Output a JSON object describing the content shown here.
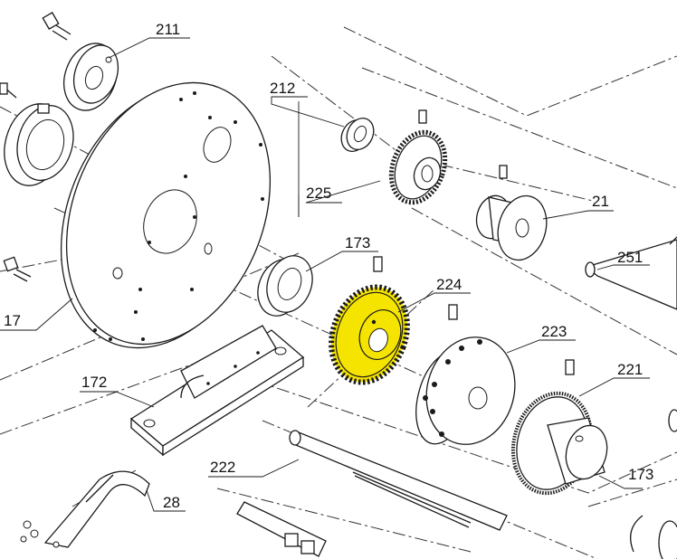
{
  "diagram": {
    "highlight_color": "#f5e400",
    "line_color": "#1a1a1a",
    "labels": [
      {
        "id": "211",
        "text": "211"
      },
      {
        "id": "212",
        "text": "212"
      },
      {
        "id": "225",
        "text": "225"
      },
      {
        "id": "21",
        "text": "21"
      },
      {
        "id": "251",
        "text": "251"
      },
      {
        "id": "173a",
        "text": "173"
      },
      {
        "id": "224",
        "text": "224"
      },
      {
        "id": "223",
        "text": "223"
      },
      {
        "id": "221",
        "text": "221"
      },
      {
        "id": "17",
        "text": "17"
      },
      {
        "id": "172",
        "text": "172"
      },
      {
        "id": "222",
        "text": "222"
      },
      {
        "id": "173b",
        "text": "173"
      },
      {
        "id": "28",
        "text": "28"
      }
    ]
  }
}
